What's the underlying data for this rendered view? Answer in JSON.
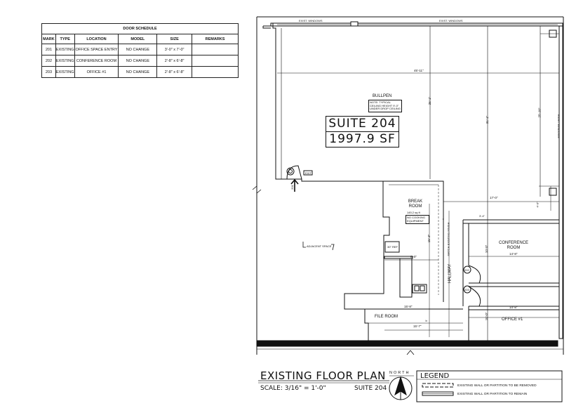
{
  "door_schedule": {
    "title": "DOOR SCHEDULE",
    "columns": [
      "MARK",
      "TYPE",
      "LOCATION",
      "MODEL",
      "SIZE",
      "REMARKS"
    ],
    "rows": [
      {
        "mark": "201",
        "type": "EXISTING",
        "location": "OFFICE SPACE ENTRY",
        "model": "NO CHANGE",
        "size": "3'-0\" x 7'-0\"",
        "remarks": ""
      },
      {
        "mark": "202",
        "type": "EXISTING",
        "location": "CONFERENCE ROOM",
        "model": "NO CHANGE",
        "size": "2'-8\" x 6'-8\"",
        "remarks": ""
      },
      {
        "mark": "203",
        "type": "EXISTING",
        "location": "OFFICE #1",
        "model": "NO CHANGE",
        "size": "2'-8\" x 6'-8\"",
        "remarks": ""
      }
    ]
  },
  "plan": {
    "suite_name": "SUITE 204",
    "suite_area": "1997.9 SF",
    "rooms": {
      "bullpen": "BULLPEN",
      "break_room": "BREAK ROOM",
      "break_room_area": "145.2 sq ft",
      "conference_room": "CONFERENCE ROOM",
      "file_room": "FILE ROOM",
      "office_1": "OFFICE #1",
      "hallway": "HALLWAY",
      "adjacent_space": "ADJACENT SPACE"
    },
    "notes": {
      "bullpen_note": "NOTE: TYPICAL CEILING HEIGHT 9'-0\" UNDER DROP CEILING",
      "break_note": "NO COOKING EQUIPMENT",
      "ref": "30\" REF",
      "exit": "EXIT",
      "entry_mark": "201",
      "door_202": "202",
      "door_203": "203",
      "window_top_1": "EXIST. WINDOWS",
      "window_top_2": "EXIST. WINDOWS",
      "window_right": "EXIST. WINDOWS",
      "elevation_note": "MATCH EXISTING FINISH"
    },
    "dimensions": {
      "overall_width": "45'-11\"",
      "bullpen_depth": "25'-1\"",
      "right_depth_1": "31'-1\"",
      "right_depth_2": "25'-10\"",
      "break_width": "17'-0\"",
      "corner": "4'-0\"",
      "break_depth": "15'-3\"",
      "ref_dim": "8'-0\"",
      "conf_width": "14'-8\"",
      "conf_depth": "10'-0\"",
      "file_width": "15'-8\"",
      "file_depth": "5'",
      "file_bottom": "15'-7\"",
      "office_width": "14'-8\"",
      "office_depth": "10'-0\"",
      "hall_dim": "3'-4\""
    }
  },
  "title_block": {
    "title": "EXISTING FLOOR PLAN",
    "scale_label": "SCALE: 3/16\" = 1'-0\"",
    "suite": "SUITE 204",
    "north": "NORTH",
    "legend_title": "LEGEND",
    "legend_remove": "EXISTING WALL OR PARTITION TO BE REMOVED",
    "legend_remain": "EXISTING WALL OR PARTITION TO REMAIN"
  }
}
